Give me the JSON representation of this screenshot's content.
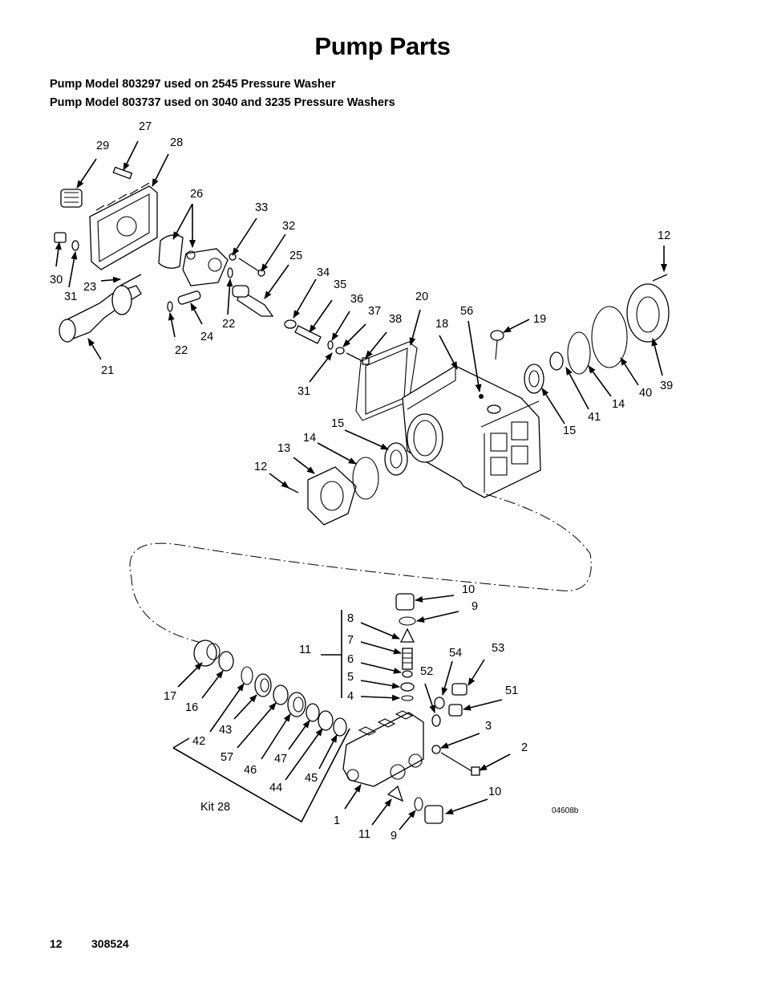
{
  "page": {
    "title": "Pump Parts",
    "subtitle1": "Pump Model 803297 used on 2545 Pressure Washer",
    "subtitle2": "Pump Model 803737 used on 3040 and 3235 Pressure Washers",
    "page_number": "12",
    "doc_number": "308524",
    "figure_ref": "04608b",
    "kit_label": "Kit 28"
  },
  "callouts": {
    "c1": "1",
    "c2": "2",
    "c3": "3",
    "c4": "4",
    "c5": "5",
    "c6": "6",
    "c7": "7",
    "c8": "8",
    "c9a": "9",
    "c9b": "9",
    "c10a": "10",
    "c10b": "10",
    "c11a": "11",
    "c11b": "11",
    "c12a": "12",
    "c12b": "12",
    "c13": "13",
    "c14a": "14",
    "c14b": "14",
    "c15a": "15",
    "c15b": "15",
    "c16": "16",
    "c17": "17",
    "c18": "18",
    "c19": "19",
    "c20": "20",
    "c21": "21",
    "c22a": "22",
    "c22b": "22",
    "c23": "23",
    "c24": "24",
    "c25": "25",
    "c26": "26",
    "c27": "27",
    "c28": "28",
    "c29": "29",
    "c30": "30",
    "c31a": "31",
    "c31b": "31",
    "c32": "32",
    "c33": "33",
    "c34": "34",
    "c35": "35",
    "c36": "36",
    "c37": "37",
    "c38": "38",
    "c39": "39",
    "c40": "40",
    "c41": "41",
    "c42": "42",
    "c43": "43",
    "c44": "44",
    "c45": "45",
    "c46": "46",
    "c47": "47",
    "c51": "51",
    "c52": "52",
    "c53": "53",
    "c54": "54",
    "c56": "56",
    "c57": "57"
  }
}
